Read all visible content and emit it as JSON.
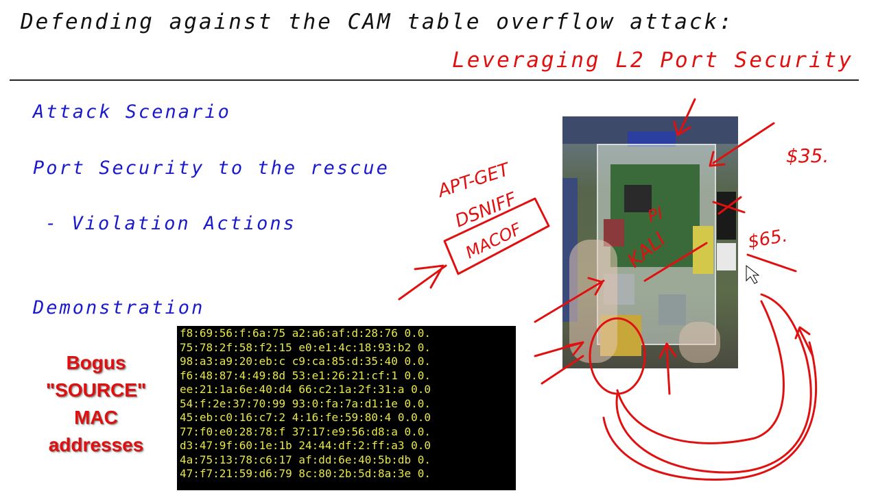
{
  "slide": {
    "title": "Defending against the CAM table overflow attack:",
    "subtitle": "Leveraging L2 Port Security"
  },
  "outline": {
    "item1": "Attack Scenario",
    "item2": "Port Security to the rescue",
    "item3": "- Violation Actions",
    "item4": "Demonstration"
  },
  "callout": {
    "lines": [
      "Bogus",
      "\"SOURCE\"",
      "MAC",
      "addresses"
    ]
  },
  "terminal": {
    "lines": [
      "f8:69:56:f:6a:75 a2:a6:af:d:28:76 0.0.",
      "75:78:2f:58:f2:15 e0:e1:4c:18:93:b2 0.",
      "98:a3:a9:20:eb:c c9:ca:85:d:35:40 0.0.",
      "f6:48:87:4:49:8d 53:e1:26:21:cf:1 0.0.",
      "ee:21:1a:6e:40:d4 66:c2:1a:2f:31:a 0.0",
      "54:f:2e:37:70:99 93:0:fa:7a:d1:1e 0.0.",
      "45:eb:c0:16:c7:2 4:16:fe:59:80:4 0.0.0",
      "77:f0:e0:28:78:f 37:17:e9:56:d8:a 0.0.",
      "d3:47:9f:60:1e:1b 24:44:df:2:ff:a3 0.0",
      "4a:75:13:78:c6:17 af:dd:6e:40:5b:db 0.",
      "47:f7:21:59:d6:79 8c:80:2b:5d:8a:3e 0."
    ]
  },
  "annotations": {
    "apt_get": "APT-GET",
    "dsniff": "DSNIFF",
    "macof": "MACOF",
    "price1": "$35.",
    "price2": "$65.",
    "pi": "PI",
    "kali": "KALI"
  },
  "colors": {
    "ink_red": "#e01010",
    "outline_blue": "#1a1acc",
    "terminal_text": "#e8e84a"
  }
}
